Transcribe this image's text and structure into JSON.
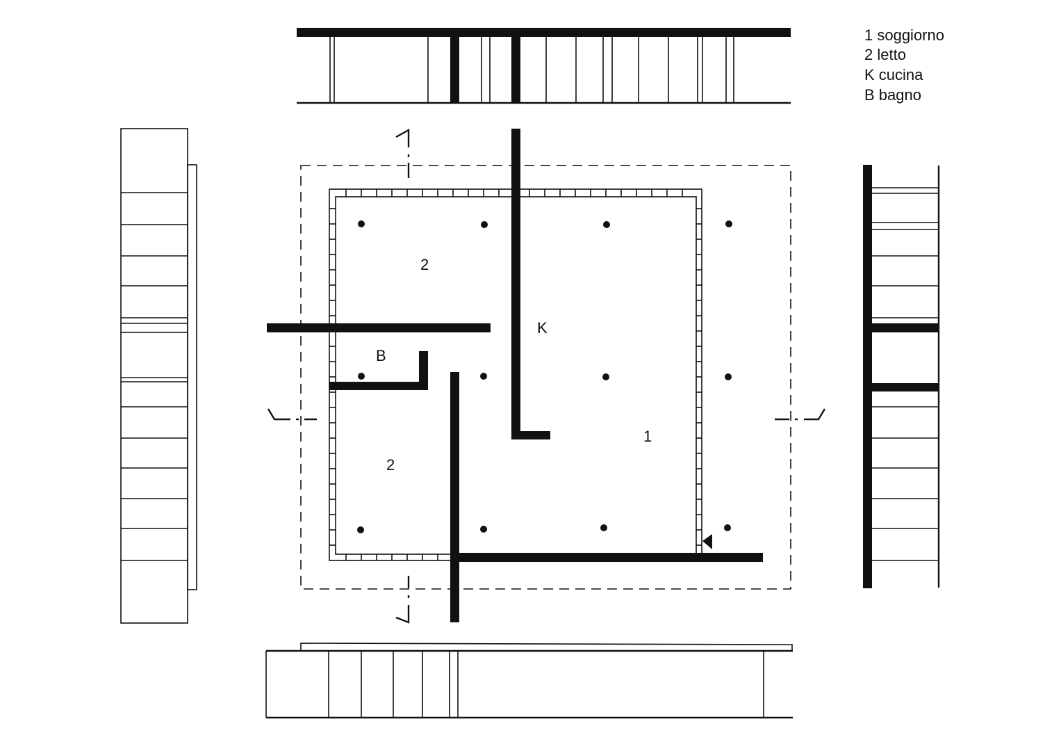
{
  "legend": [
    {
      "key": "1",
      "label": "1 soggiorno"
    },
    {
      "key": "2",
      "label": "2 letto"
    },
    {
      "key": "K",
      "label": "K cucina"
    },
    {
      "key": "B",
      "label": "B bagno"
    }
  ],
  "plan": {
    "room_labels": {
      "bedroom_top": "2",
      "kitchen": "K",
      "bathroom": "B",
      "bedroom_bottom": "2",
      "living": "1"
    }
  }
}
